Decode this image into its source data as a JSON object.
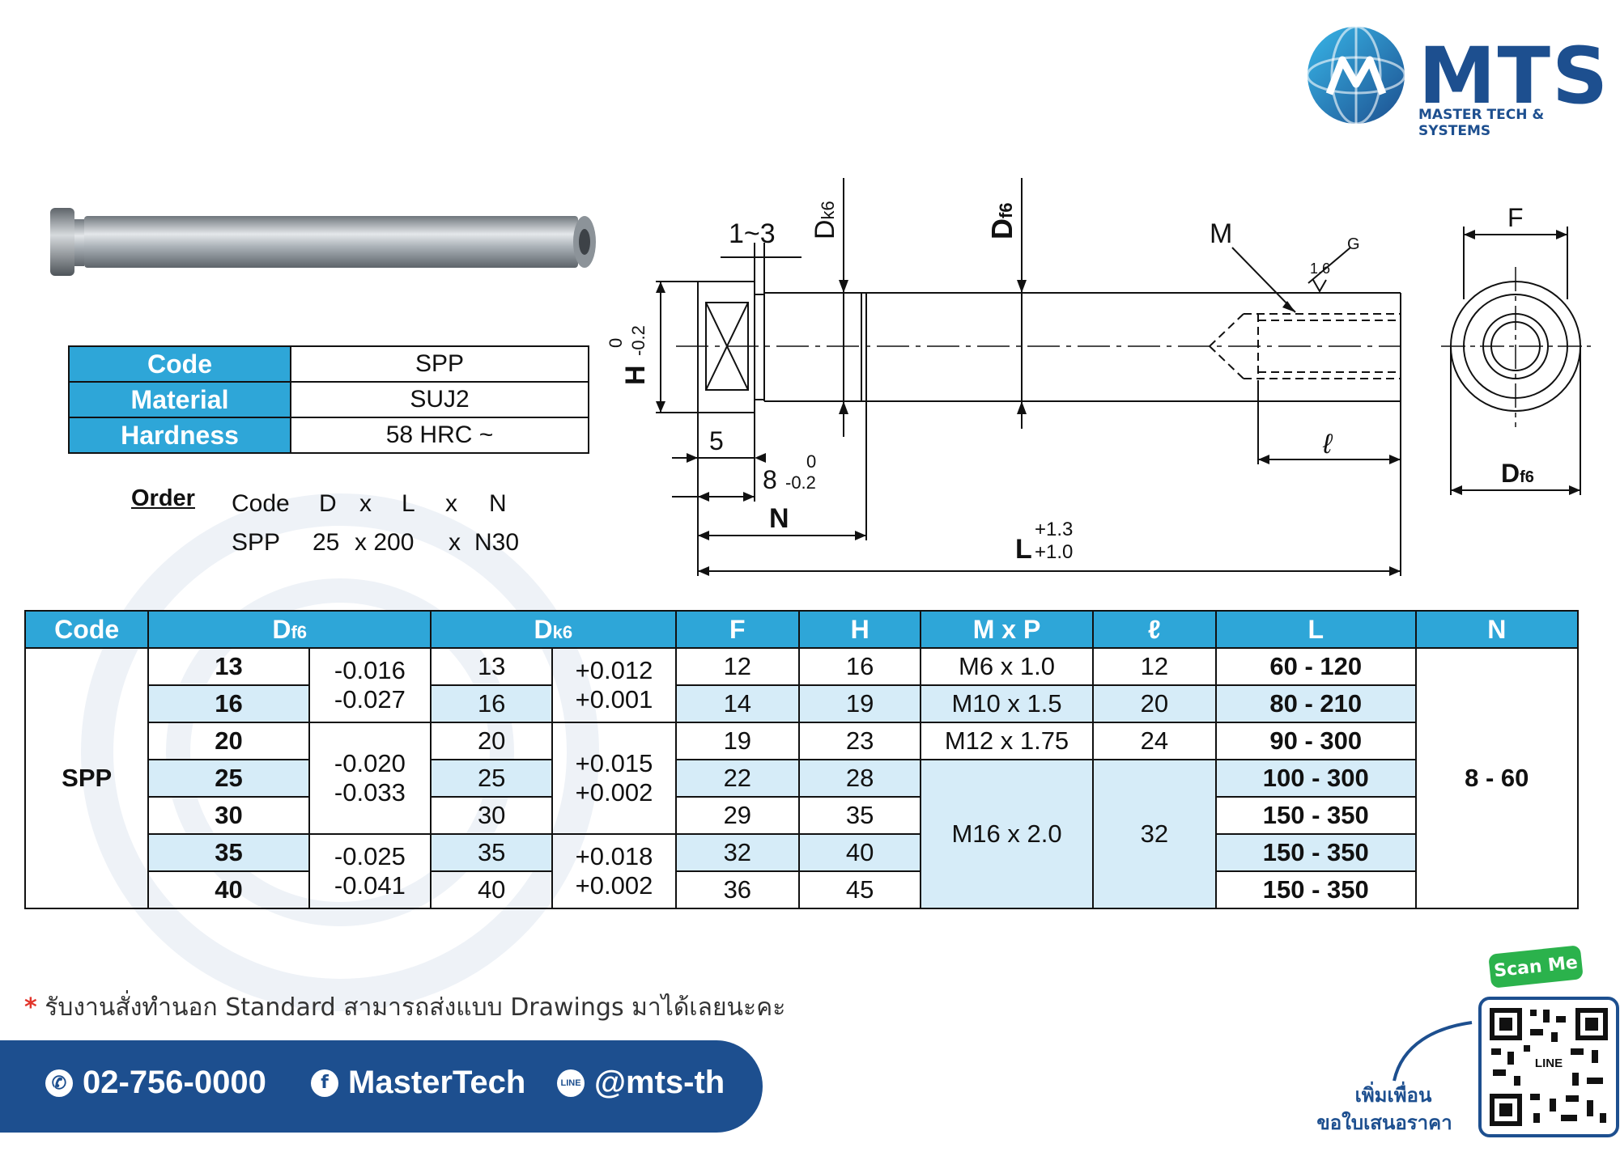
{
  "brand": {
    "name": "MTS",
    "tagline": "MASTER TECH & SYSTEMS"
  },
  "info": [
    {
      "key": "Code",
      "value": "SPP"
    },
    {
      "key": "Material",
      "value": "SUJ2"
    },
    {
      "key": "Hardness",
      "value": "58 HRC ~"
    }
  ],
  "order": {
    "label": "Order",
    "header": [
      "Code",
      "D",
      "x",
      "L",
      "x",
      "N"
    ],
    "example": [
      "SPP",
      "25",
      "x 200",
      "x",
      "N30"
    ]
  },
  "drawing": {
    "dim_1_3": "1~3",
    "dk6": "D",
    "dk6_sub": "k6",
    "df6": "D",
    "df6_sub": "f6",
    "m": "M",
    "g": "G",
    "rough": "1.6",
    "h": "H",
    "h_tol_top": "0",
    "h_tol_bot": "-0.2",
    "five": "5",
    "eight": "8",
    "eight_tol_top": "0",
    "eight_tol_bot": "-0.2",
    "n": "N",
    "l": "L",
    "l_tol_top": "+1.3",
    "l_tol_bot": "+1.0",
    "ell": "ℓ",
    "f": "F",
    "dend": "D",
    "dend_sub": "f6"
  },
  "table": {
    "headers": {
      "code": "Code",
      "df6": "D",
      "df6_sub": "f6",
      "dk6": "D",
      "dk6_sub": "k6",
      "f": "F",
      "h": "H",
      "mp": "M x P",
      "ell": "ℓ",
      "l": "L",
      "n": "N"
    },
    "code": "SPP",
    "n_range": "8 - 60",
    "rows": [
      {
        "d": "13",
        "dk": "13",
        "f": "12",
        "h": "16",
        "l": "60 - 120"
      },
      {
        "d": "16",
        "dk": "16",
        "f": "14",
        "h": "19",
        "l": "80 - 210"
      },
      {
        "d": "20",
        "dk": "20",
        "f": "19",
        "h": "23",
        "l": "90 - 300"
      },
      {
        "d": "25",
        "dk": "25",
        "f": "22",
        "h": "28",
        "l": "100 - 300"
      },
      {
        "d": "30",
        "dk": "30",
        "f": "29",
        "h": "35",
        "l": "150 - 350"
      },
      {
        "d": "35",
        "dk": "35",
        "f": "32",
        "h": "40",
        "l": "150 - 350"
      },
      {
        "d": "40",
        "dk": "40",
        "f": "36",
        "h": "45",
        "l": "150 - 350"
      }
    ],
    "df_tol": [
      {
        "top": "-0.016",
        "bot": "-0.027"
      },
      {
        "top": "-0.020",
        "bot": "-0.033"
      },
      {
        "top": "-0.025",
        "bot": "-0.041"
      }
    ],
    "dk_tol": [
      {
        "top": "+0.012",
        "bot": "+0.001"
      },
      {
        "top": "+0.015",
        "bot": "+0.002"
      },
      {
        "top": "+0.018",
        "bot": "+0.002"
      }
    ],
    "mp": [
      "M6 x 1.0",
      "M10 x 1.5",
      "M12 x 1.75",
      "M16 x 2.0"
    ],
    "ell": [
      "12",
      "20",
      "24",
      "32"
    ]
  },
  "note": "รับงานสั่งทำนอก Standard สามารถส่งแบบ Drawings มาได้เลยนะคะ",
  "contact": {
    "phone": "02-756-0000",
    "facebook": "MasterTech",
    "line": "@mts-th"
  },
  "qr": {
    "badge": "Scan Me",
    "line_label": "LINE",
    "caption_1": "เพิ่มเพื่อน",
    "caption_2": "ขอใบเสนอราคา"
  },
  "colors": {
    "accent": "#2ea6d8",
    "brand": "#1d4f8f",
    "highlight": "#d6ecf8",
    "badge": "#2bb24c"
  }
}
